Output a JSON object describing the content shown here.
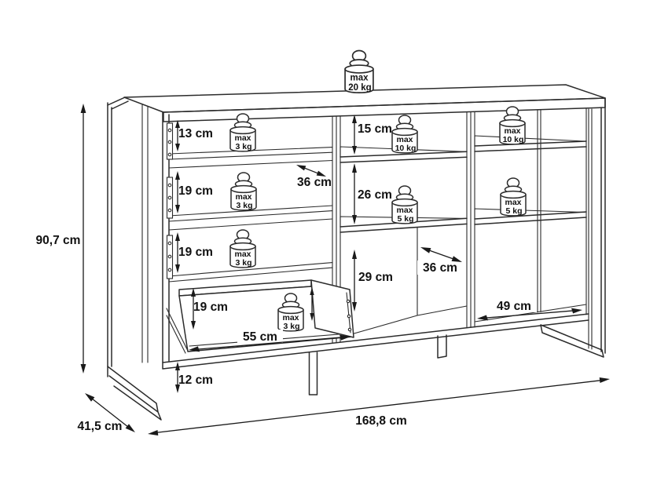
{
  "diagram": {
    "kind": "furniture dimension drawing",
    "subject": "sideboard with drawers, shelves and metal sled frame"
  },
  "dims": {
    "overall_height": "90,7 cm",
    "overall_depth": "41,5 cm",
    "overall_width": "168,8 cm",
    "drawer_top_height": "13 cm",
    "drawer_middle_height": "19 cm",
    "drawer_bottom_height": "19 cm",
    "drawer_inner_depth": "36 cm",
    "open_drawer_inner_height": "19 cm",
    "open_drawer_inner_width": "55 cm",
    "underframe_clearance": "12 cm",
    "middle_top_shelf_height": "15 cm",
    "middle_shelf_height": "26 cm",
    "middle_bottom_height": "29 cm",
    "middle_bottom_depth": "36 cm",
    "right_bottom_width": "49 cm"
  },
  "load_limits": {
    "top_panel": {
      "line1": "max",
      "line2": "20 kg"
    },
    "drawer_top": {
      "line1": "max",
      "line2": "3 kg"
    },
    "drawer_middle": {
      "line1": "max",
      "line2": "3 kg"
    },
    "drawer_bottom": {
      "line1": "max",
      "line2": "3 kg"
    },
    "open_drawer": {
      "line1": "max",
      "line2": "3 kg"
    },
    "middle_top_shelf": {
      "line1": "max",
      "line2": "10 kg"
    },
    "middle_shelf": {
      "line1": "max",
      "line2": "5 kg"
    },
    "right_top_shelf": {
      "line1": "max",
      "line2": "10 kg"
    },
    "right_shelf": {
      "line1": "max",
      "line2": "5 kg"
    }
  }
}
